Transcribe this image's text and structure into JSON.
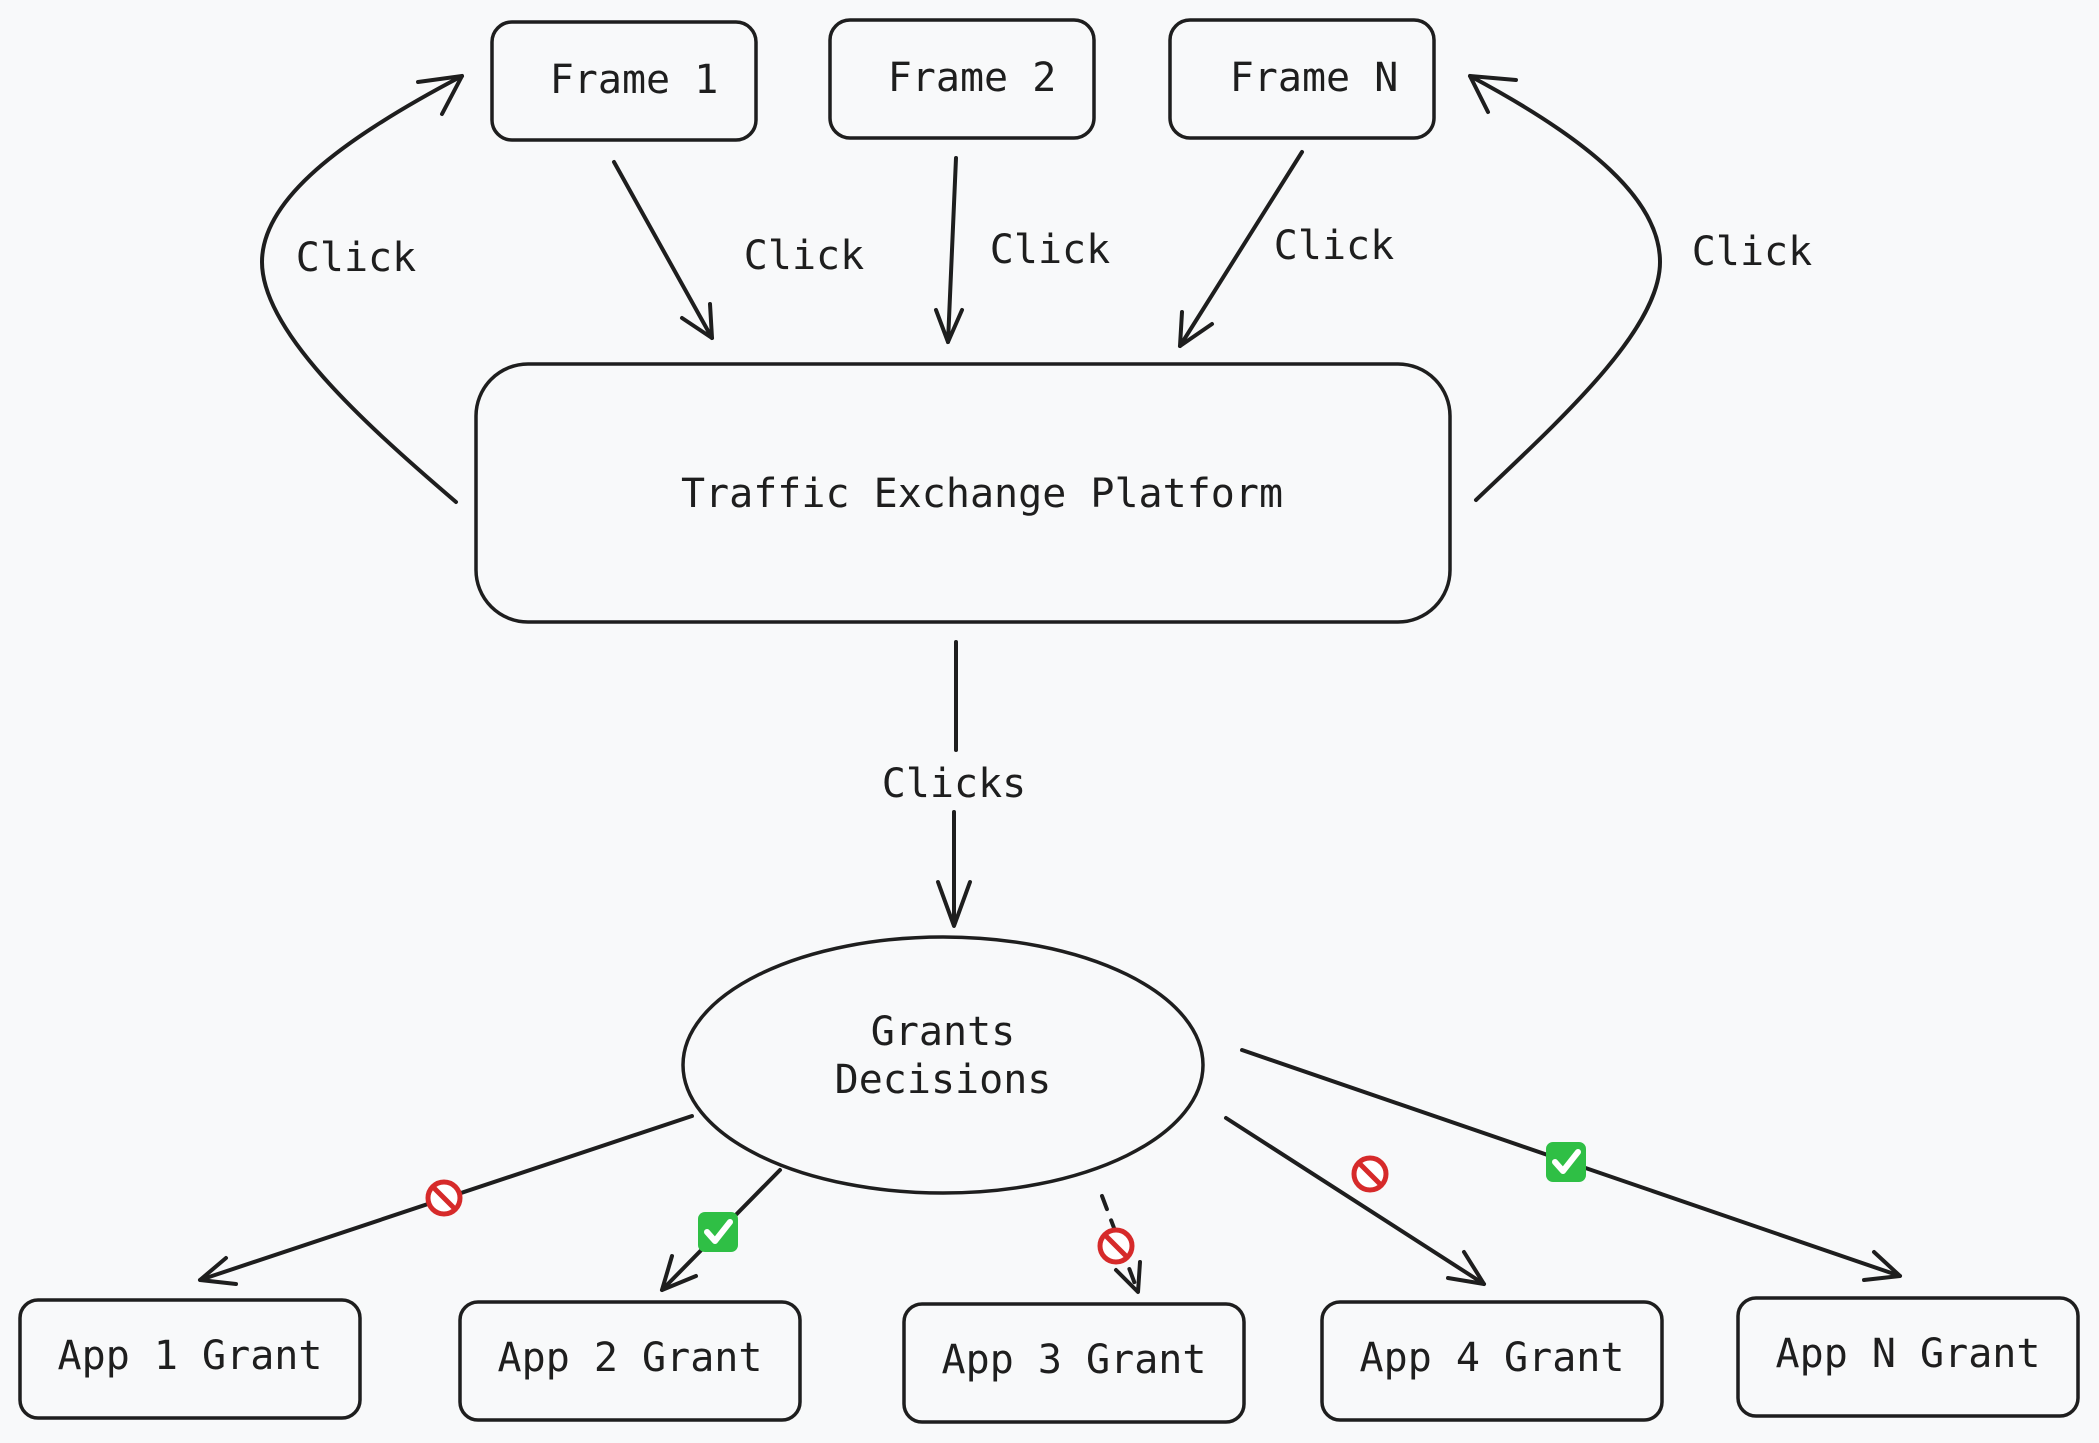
{
  "frames": [
    {
      "label": "Frame 1"
    },
    {
      "label": "Frame 2"
    },
    {
      "label": "Frame N"
    }
  ],
  "platform": {
    "label": "Traffic Exchange Platform"
  },
  "decisions": {
    "line1": "Grants",
    "line2": "Decisions"
  },
  "click_labels": [
    "Click",
    "Click",
    "Click",
    "Click",
    "Click"
  ],
  "clicks_label": "Clicks",
  "apps": [
    {
      "label": "App 1 Grant",
      "decision": "denied"
    },
    {
      "label": "App 2 Grant",
      "decision": "approved"
    },
    {
      "label": "App 3 Grant",
      "decision": "denied"
    },
    {
      "label": "App 4 Grant",
      "decision": "denied"
    },
    {
      "label": "App N Grant",
      "decision": "approved"
    }
  ],
  "icons": {
    "denied": "prohibited-icon",
    "approved": "check-mark-icon"
  },
  "colors": {
    "background": "#f8f9fa",
    "stroke": "#1e1e1e",
    "denied_red": "#d62a2a",
    "approved_green": "#2fbf45"
  }
}
